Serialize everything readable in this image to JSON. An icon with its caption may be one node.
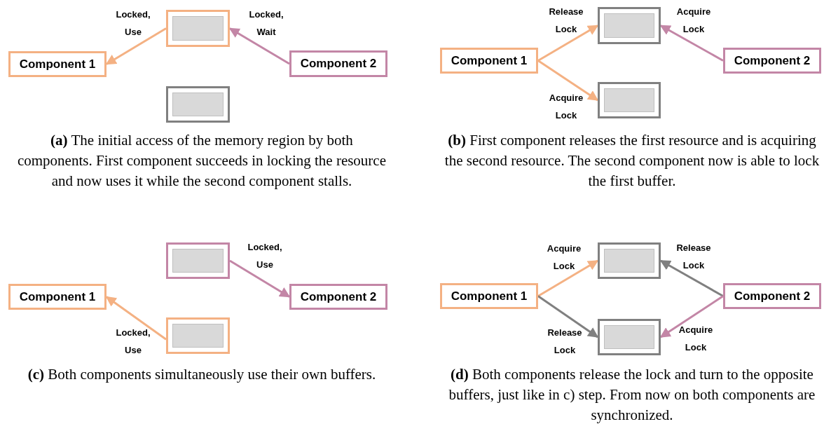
{
  "diagram": {
    "nodes": [
      {
        "text": [],
        "shape": "box"
      },
      {
        "text": [
          "Component 1"
        ]
      },
      {
        "text": [
          "Component 2"
        ]
      },
      {
        "text": [],
        "shape": "box"
      },
      {
        "text": [],
        "shape": "box"
      },
      {
        "text": [
          "Component 1"
        ]
      },
      {
        "text": [
          "Component 2"
        ]
      },
      {
        "text": [],
        "shape": "box"
      },
      {
        "text": [],
        "shape": "box"
      },
      {
        "text": [
          "Component 1"
        ]
      },
      {
        "text": [
          "Component 2"
        ]
      },
      {
        "text": [],
        "shape": "box"
      },
      {
        "text": [],
        "shape": "box"
      },
      {
        "text": [
          "Component 1"
        ]
      },
      {
        "text": [
          "Component 2"
        ]
      },
      {
        "text": [],
        "shape": "box"
      }
    ],
    "edges": [
      {
        "from": 0,
        "to": 1,
        "arrow": "to",
        "label": "Locked, Use"
      },
      {
        "from": 2,
        "to": 0,
        "arrow": "to",
        "label": "Locked, Wait",
        "color": "#c386a6"
      },
      {
        "from": 5,
        "to": 4,
        "arrow": "to",
        "label": "Release Lock"
      },
      {
        "from": 5,
        "to": 7,
        "arrow": "to",
        "label": "Acquire Lock"
      },
      {
        "from": 6,
        "to": 4,
        "arrow": "to",
        "label": "Acquire Lock",
        "color": "#c386a6"
      },
      {
        "from": 8,
        "to": 10,
        "arrow": "to",
        "label": "Locked, Use",
        "color": "#c386a6"
      },
      {
        "from": 11,
        "to": 9,
        "arrow": "to",
        "label": "Locked, Use"
      },
      {
        "from": 13,
        "to": 12,
        "arrow": "to",
        "label": "Acquire Lock"
      },
      {
        "from": 13,
        "to": 15,
        "arrow": "to",
        "label": "Release Lock",
        "color": "#808080"
      },
      {
        "from": 14,
        "to": 12,
        "arrow": "to",
        "label": "Release Lock",
        "color": "#808080"
      },
      {
        "from": 14,
        "to": 15,
        "arrow": "to",
        "label": "Acquire Lock",
        "color": "#c386a6"
      }
    ],
    "labels": [
      "**(a)** The initial access of the memory region by both components. First component succeeds in locking the resource and now uses it while the second component stalls.",
      "**(b)** First component releases the first resource and is acquiring the second resource. The second component now is able to lock the first buffer.",
      "**(c)** Both components simultaneously use their own buffers.",
      "**(d)** Both components release the lock and turn to the opposite buffers, just like in c) step. From now on both components are synchronized."
    ]
  }
}
